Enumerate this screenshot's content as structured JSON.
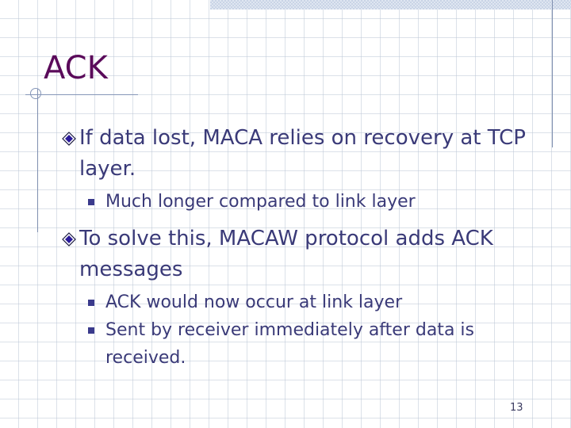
{
  "slide": {
    "title": "ACK",
    "page_number": "13",
    "bullets": [
      {
        "text": "If data lost, MACA relies on recovery at TCP layer.",
        "icon": "diamond-bullet-icon",
        "sub": [
          "Much longer compared to link layer"
        ]
      },
      {
        "text": "To solve this, MACAW protocol adds ACK messages",
        "icon": "diamond-bullet-icon",
        "sub": [
          "ACK would now occur at link layer",
          "Sent by receiver immediately after data is received."
        ]
      }
    ]
  },
  "colors": {
    "title": "#5a0a5a",
    "body_text": "#3a3a78",
    "accent_lines": "#8596b8"
  }
}
